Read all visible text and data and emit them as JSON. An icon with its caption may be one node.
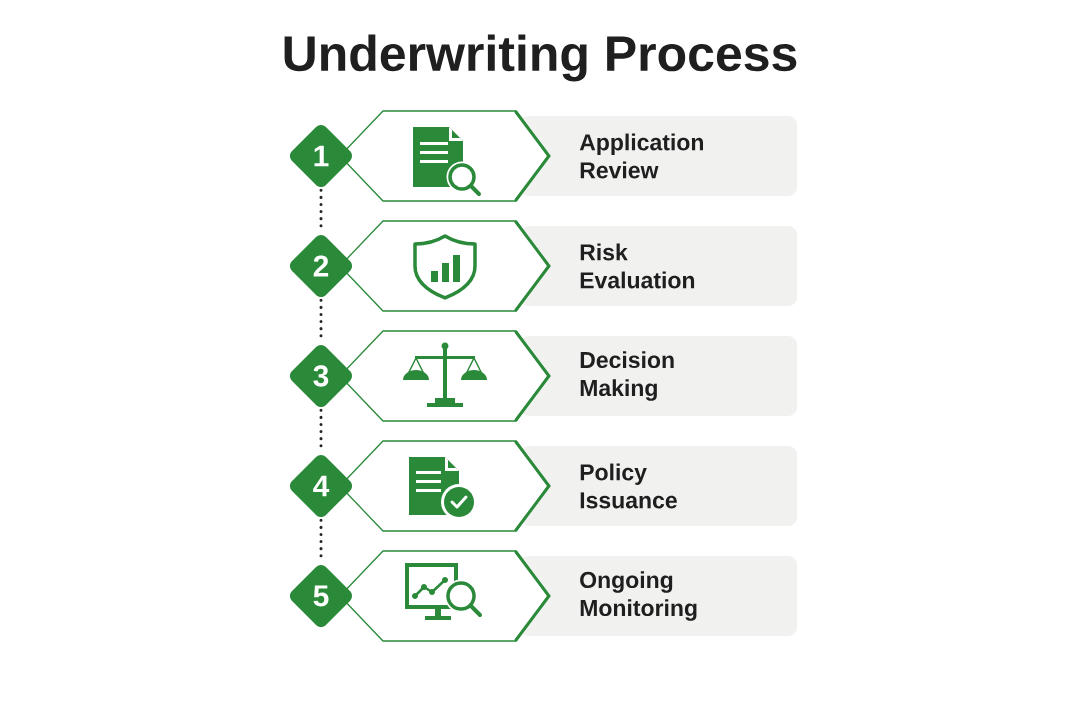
{
  "diagram": {
    "title": "Underwriting Process",
    "nodes": [
      {
        "text": [
          "1"
        ]
      },
      {
        "text": [
          "Application Review"
        ]
      },
      {
        "text": [
          "2"
        ]
      },
      {
        "text": [
          "Risk Evaluation"
        ]
      },
      {
        "text": [
          "3"
        ]
      },
      {
        "text": [
          "Decision Making"
        ]
      },
      {
        "text": [
          "4"
        ]
      },
      {
        "text": [
          "Policy Issuance"
        ]
      },
      {
        "text": [
          "5"
        ]
      },
      {
        "text": [
          "Ongoing Monitoring"
        ]
      }
    ],
    "edges": [
      {
        "from": 0,
        "to": 2,
        "arrow": "none",
        "style": "dashed"
      },
      {
        "from": 2,
        "to": 4,
        "arrow": "none",
        "style": "dashed"
      },
      {
        "from": 4,
        "to": 6,
        "arrow": "none",
        "style": "dashed"
      },
      {
        "from": 6,
        "to": 8,
        "arrow": "none",
        "style": "dashed"
      }
    ]
  }
}
